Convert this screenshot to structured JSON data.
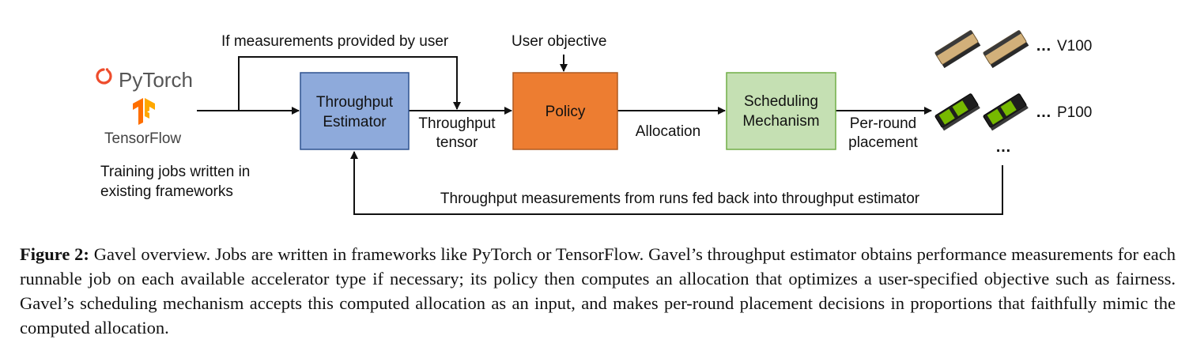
{
  "frameworks": {
    "pytorch": "PyTorch",
    "tensorflow": "TensorFlow",
    "description_line1": "Training jobs written in",
    "description_line2": "existing frameworks"
  },
  "labels": {
    "measurements_provided": "If measurements provided by user",
    "user_objective": "User objective",
    "throughput_tensor_line1": "Throughput",
    "throughput_tensor_line2": "tensor",
    "allocation": "Allocation",
    "per_round_line1": "Per-round",
    "per_round_line2": "placement",
    "feedback": "Throughput measurements from runs fed back into throughput estimator"
  },
  "boxes": {
    "estimator_line1": "Throughput",
    "estimator_line2": "Estimator",
    "policy": "Policy",
    "mechanism_line1": "Scheduling",
    "mechanism_line2": "Mechanism"
  },
  "accelerators": {
    "v100": "V100",
    "p100": "P100",
    "ellipsis": "…",
    "more": "…"
  },
  "colors": {
    "estimator": "#8eaadb",
    "policy": "#ed7d31",
    "mechanism": "#c5e0b3",
    "pytorch": "#ee4c2c",
    "tensorflow": "#ff8f00",
    "gpu_v100": "#c9a66b",
    "gpu_p100": "#76b900"
  },
  "caption": {
    "label": "Figure 2:",
    "text": " Gavel overview. Jobs are written in frameworks like PyTorch or TensorFlow. Gavel’s throughput estimator obtains performance measurements for each runnable job on each available accelerator type if necessary; its policy then computes an allocation that optimizes a user-specified objective such as fairness. Gavel’s scheduling mechanism accepts this computed allocation as an input, and makes per-round placement decisions in proportions that faithfully mimic the computed allocation."
  }
}
